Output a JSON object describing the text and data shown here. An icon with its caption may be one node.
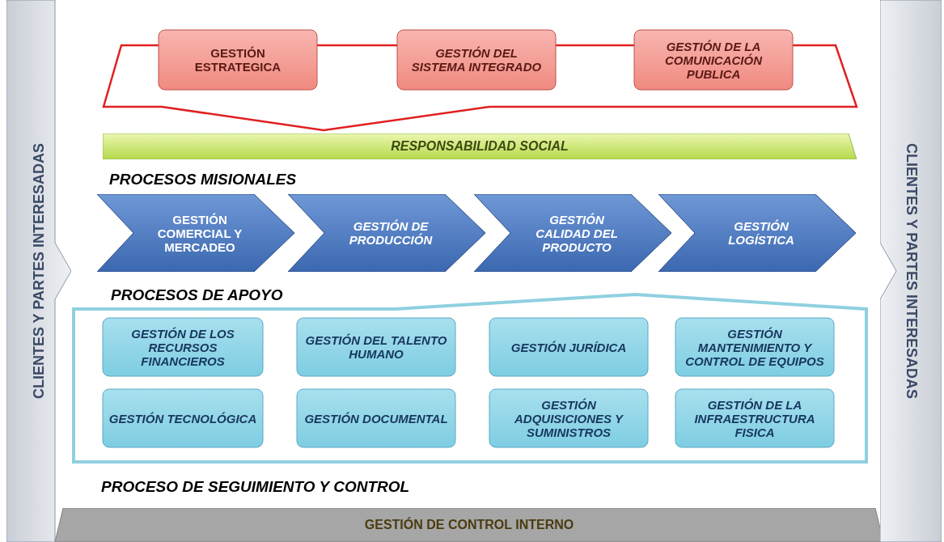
{
  "diagram": {
    "nodes": [
      {
        "text": [
          "CLIENTES Y PARTES INTERESADAS"
        ]
      },
      {
        "text": [],
        "shape": "box"
      },
      {
        "text": [
          "GESTIÓN ESTRATEGICA"
        ]
      },
      {
        "text": [
          "GESTIÓN DEL SISTEMA INTEGRADO"
        ]
      },
      {
        "text": [
          "GESTIÓN DE LA COMUNICACIÓN PUBLICA"
        ]
      },
      {
        "text": [
          "RESPONSABILIDAD SOCIAL"
        ]
      },
      {
        "text": [
          "GESTIÓN COMERCIAL Y MERCADEO"
        ]
      },
      {
        "text": [
          "GESTIÓN DE PRODUCCIÓN"
        ]
      },
      {
        "text": [
          "GESTIÓN CALIDAD DEL PRODUCTO"
        ]
      },
      {
        "text": [
          "GESTIÓN LOGÍSTICA"
        ]
      },
      {
        "text": [
          "PROCESOS DE APOYO"
        ]
      },
      {
        "text": [
          "GESTIÓN DE LOS RECURSOS FINANCIEROS"
        ],
        "in": 10
      },
      {
        "text": [
          "GESTIÓN DEL TALENTO HUMANO"
        ],
        "in": 10
      },
      {
        "text": [
          "GESTIÓN JURÍDICA"
        ],
        "in": 10
      },
      {
        "text": [
          "GESTIÓN MANTENIMIENTO Y CONTROL DE EQUIPOS"
        ],
        "in": 10
      },
      {
        "text": [
          "GESTIÓN TECNOLÓGICA"
        ],
        "in": 10
      },
      {
        "text": [
          "GESTIÓN DOCUMENTAL"
        ],
        "in": 10
      },
      {
        "text": [
          "GESTIÓN ADQUISICIONES Y SUMINISTROS"
        ],
        "in": 10
      },
      {
        "text": [
          "GESTIÓN DE LA INFRAESTRUCTURA FISICA"
        ],
        "in": 10
      },
      {
        "text": [
          "GESTIÓN DE CONTROL INTERNO"
        ]
      },
      {
        "text": [
          "CLIENTES Y PARTES INTERESADAS"
        ]
      }
    ],
    "labels": [
      "PROCESOS MISIONALES",
      "PROCESO DE SEGUIMIENTO Y CONTROL"
    ]
  }
}
